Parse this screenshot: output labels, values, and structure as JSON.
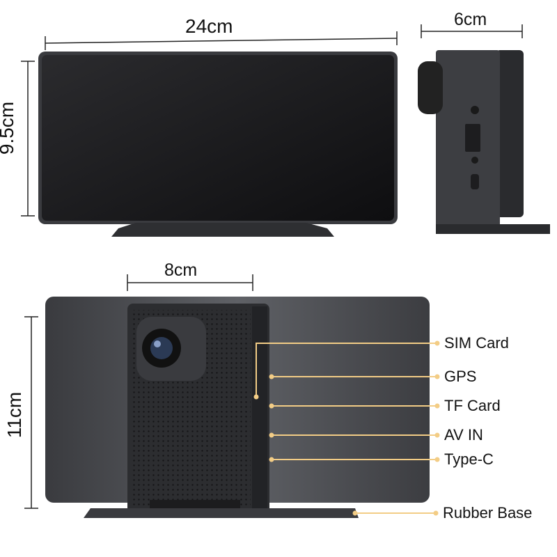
{
  "dimensions": {
    "front_width": "24cm",
    "front_height": "9.5cm",
    "side_depth": "6cm",
    "back_camera_width": "8cm",
    "back_height": "11cm"
  },
  "ports": [
    {
      "label": "SIM Card"
    },
    {
      "label": "GPS"
    },
    {
      "label": "TF Card"
    },
    {
      "label": "AV IN"
    },
    {
      "label": "Type-C"
    },
    {
      "label": "Rubber Base"
    }
  ],
  "colors": {
    "callout_line": "#f3cd86",
    "device_body": "#2a2b2e",
    "screen": "#1a1a1c"
  }
}
